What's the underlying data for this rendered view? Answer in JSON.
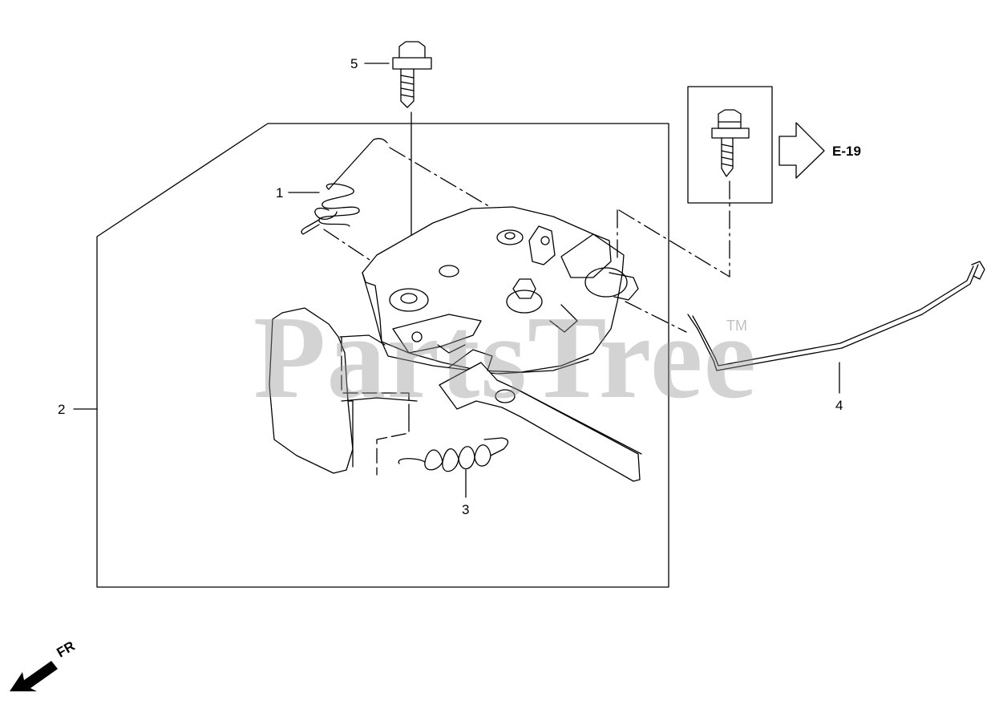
{
  "callouts": {
    "part1": "1",
    "part2": "2",
    "part3": "3",
    "part4": "4",
    "part5": "5"
  },
  "reference": {
    "label": "E-19"
  },
  "direction": {
    "label": "FR"
  },
  "watermark": {
    "text": "PartsTree",
    "trademark": "TM"
  },
  "colors": {
    "line": "#000000",
    "watermark": "#969696",
    "fill": "#ffffff"
  },
  "icons": {
    "direction": "front-arrow-icon",
    "reference": "outline-arrow-icon"
  }
}
